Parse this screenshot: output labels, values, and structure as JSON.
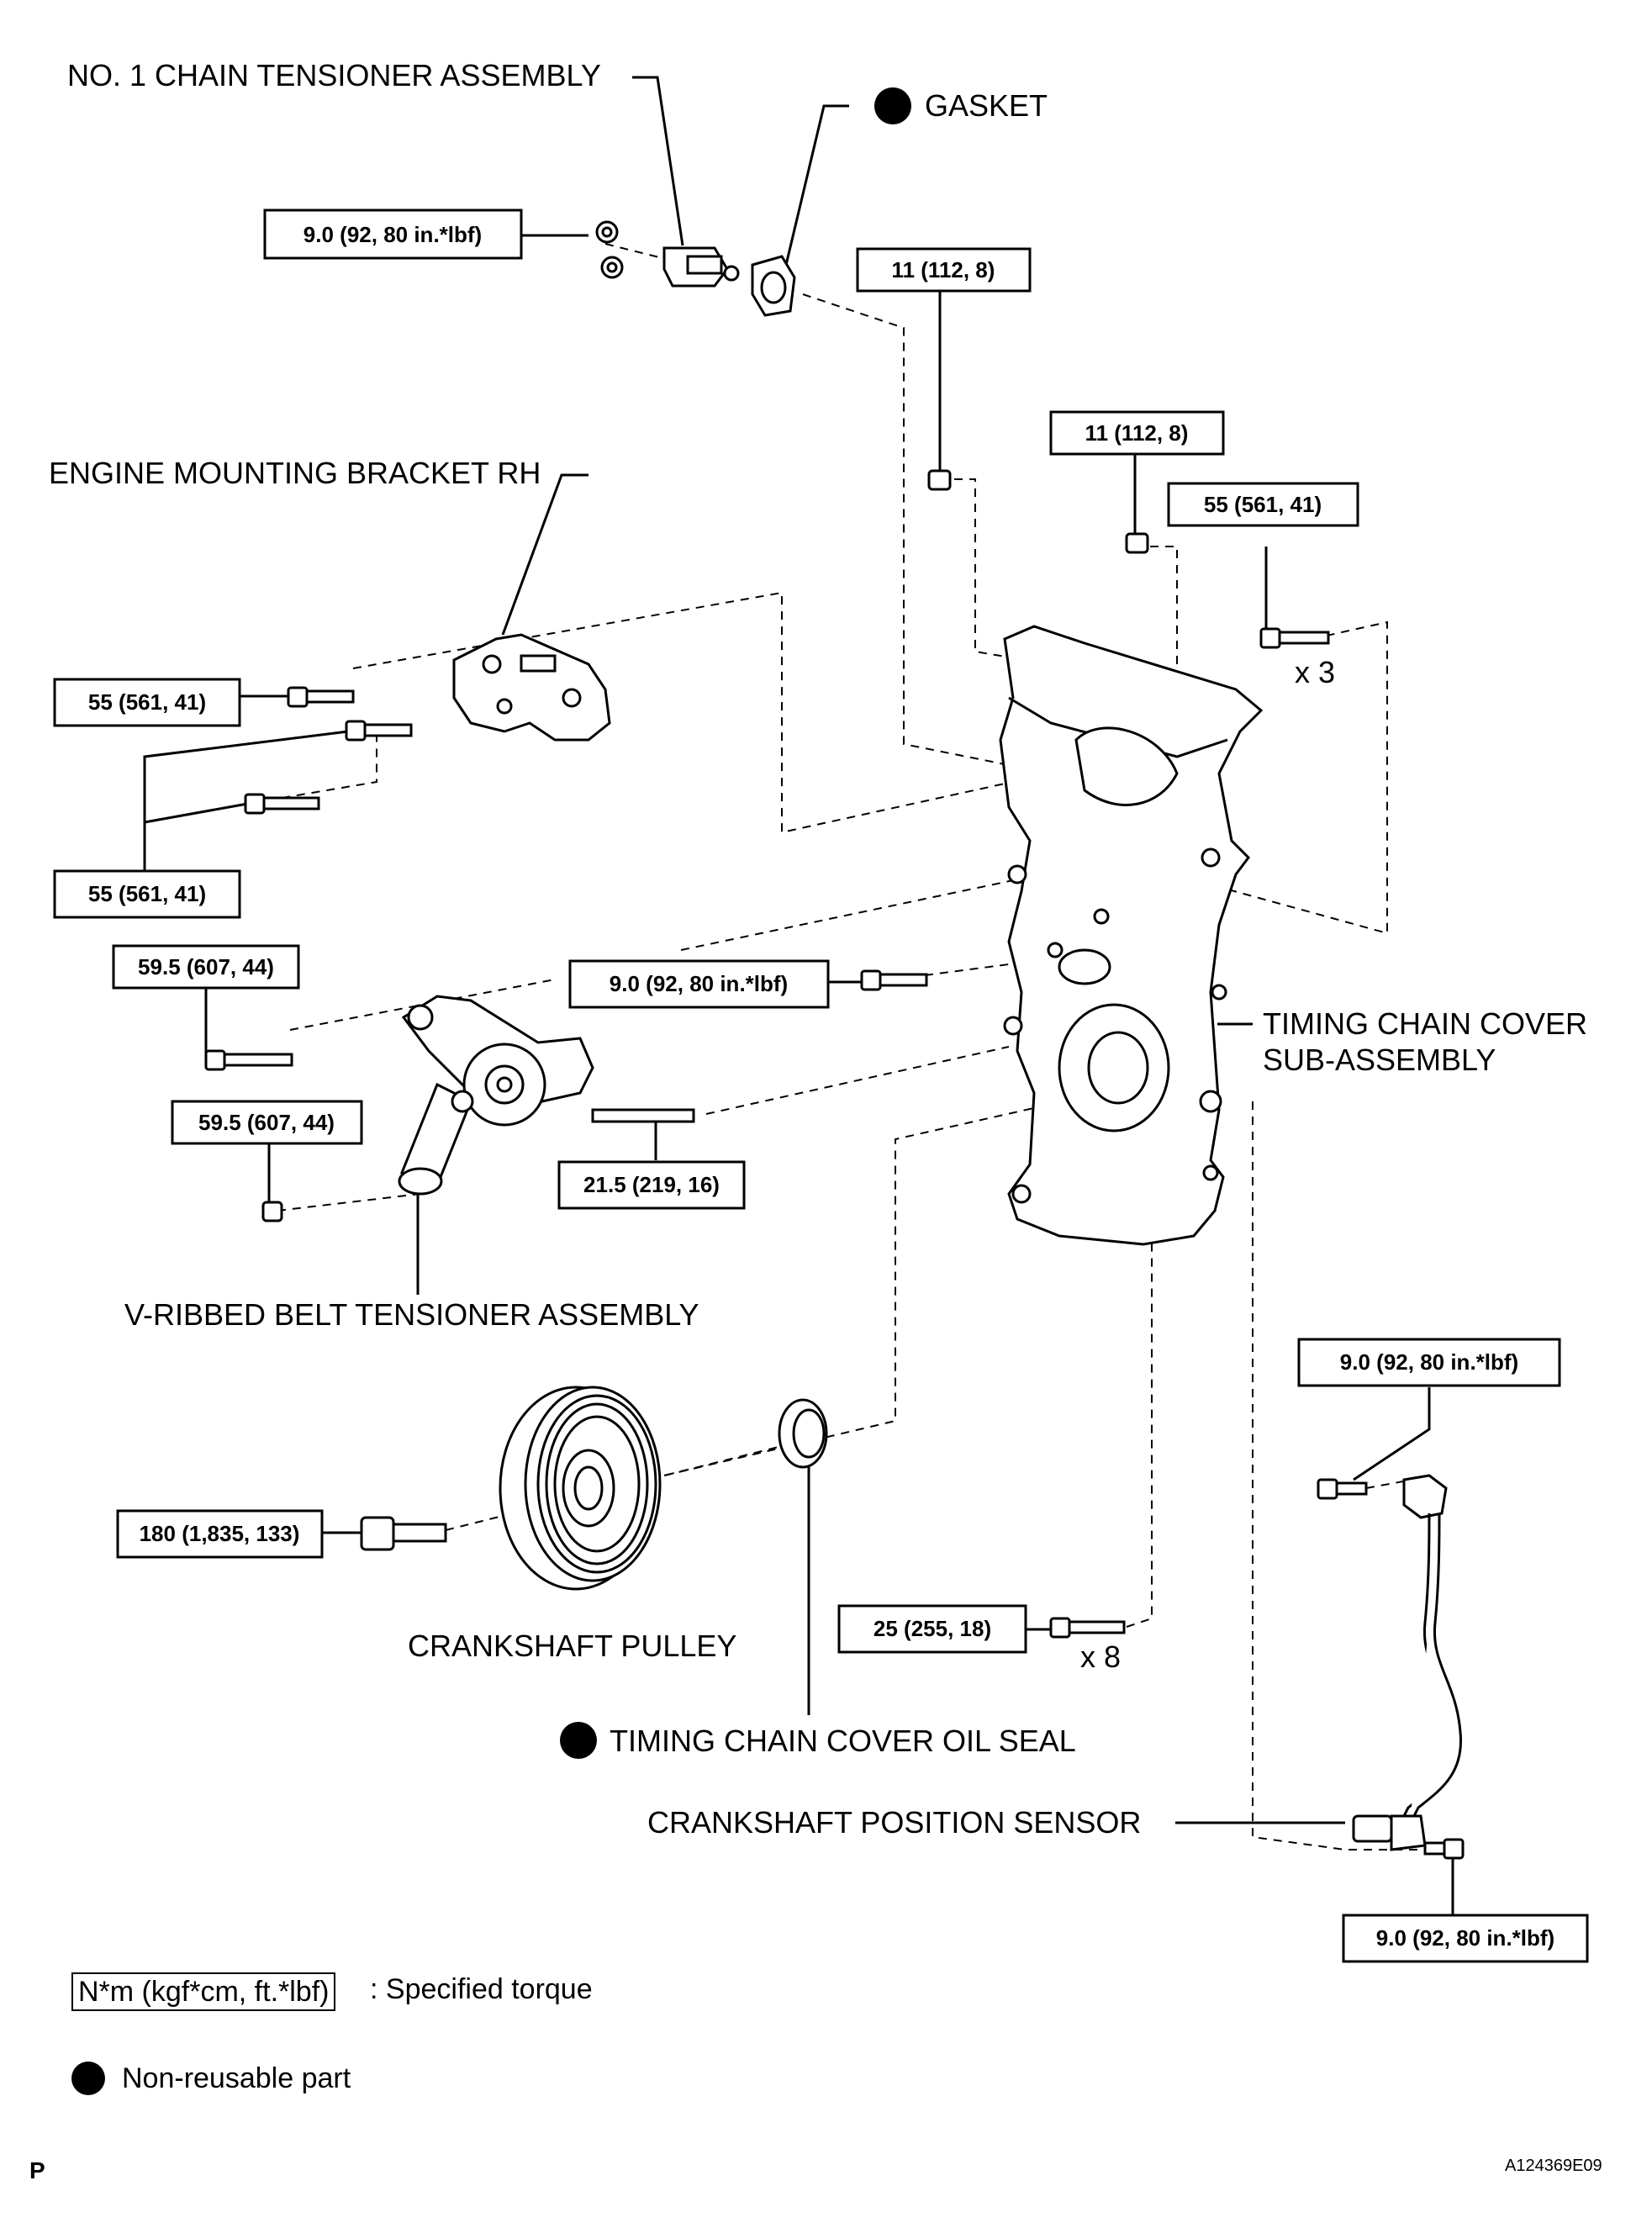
{
  "labels": {
    "chain_tensioner": "NO. 1 CHAIN TENSIONER ASSEMBLY",
    "gasket": "GASKET",
    "engine_bracket": "ENGINE MOUNTING BRACKET RH",
    "timing_cover_1": "TIMING CHAIN COVER",
    "timing_cover_2": "SUB-ASSEMBLY",
    "vribbed": "V-RIBBED BELT TENSIONER ASSEMBLY",
    "pulley": "CRANKSHAFT PULLEY",
    "oil_seal": "TIMING CHAIN COVER OIL SEAL",
    "crank_sensor": "CRANKSHAFT POSITION SENSOR"
  },
  "torques": {
    "t_tensioner": "9.0 (92, 80 in.*lbf)",
    "t_11a": "11 (112, 8)",
    "t_11b": "11 (112, 8)",
    "t_55_right": "55 (561, 41)",
    "t_55_bracket_top": "55 (561, 41)",
    "t_55_bracket_bottom": "55 (561, 41)",
    "t_9_cover": "9.0 (92, 80 in.*lbf)",
    "t_595_a": "59.5 (607, 44)",
    "t_595_b": "59.5 (607, 44)",
    "t_215": "21.5 (219, 16)",
    "t_9_sensor_top": "9.0 (92, 80 in.*lbf)",
    "t_180": "180 (1,835, 133)",
    "t_25": "25 (255, 18)",
    "t_9_sensor_bottom": "9.0 (92, 80 in.*lbf)"
  },
  "multipliers": {
    "x3": "x 3",
    "x8": "x 8"
  },
  "legend": {
    "torque_unit": "N*m (kgf*cm, ft.*lbf)",
    "torque_desc": ": Specified torque",
    "nonreusable": "Non-reusable part"
  },
  "footer": {
    "left": "P",
    "code": "A124369E09"
  }
}
